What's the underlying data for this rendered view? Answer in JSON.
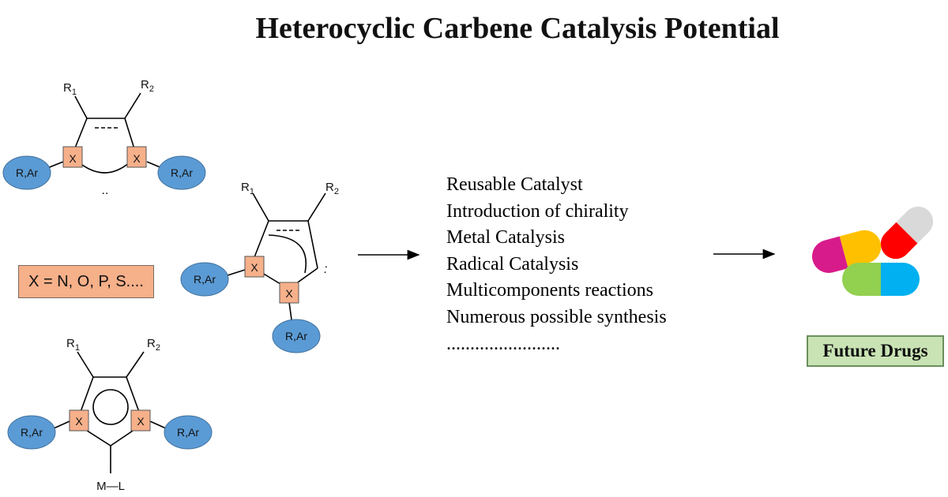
{
  "title": "Heterocyclic Carbene Catalysis Potential",
  "legend": {
    "text": "X = N, O, P, S...."
  },
  "potential_list": [
    "Reusable Catalyst",
    "Introduction of chirality",
    "Metal Catalysis",
    "Radical Catalysis",
    "Multicomponents reactions",
    "Numerous possible synthesis",
    "........................"
  ],
  "outcome": {
    "label": "Future Drugs"
  },
  "structures": {
    "substituent_label": "R,Ar",
    "heteroatom_label": "X",
    "r1": "R",
    "r1_sub": "1",
    "r2": "R",
    "r2_sub": "2",
    "carbene_lone_pair": "..",
    "carbene_lone_pair_abnormal": ":",
    "metal_complex": "M—L"
  },
  "colors": {
    "substituent_fill": "#5b9bd5",
    "heteroatom_fill": "#f6b08a",
    "legend_fill": "#f6b08a",
    "outcome_fill": "#c9e3b4",
    "capsule_magenta": "#d81b8a",
    "capsule_yellow": "#ffc000",
    "capsule_red": "#ff0000",
    "capsule_grey": "#d9d9d9",
    "capsule_green": "#92d050",
    "capsule_blue": "#00b0f0"
  }
}
